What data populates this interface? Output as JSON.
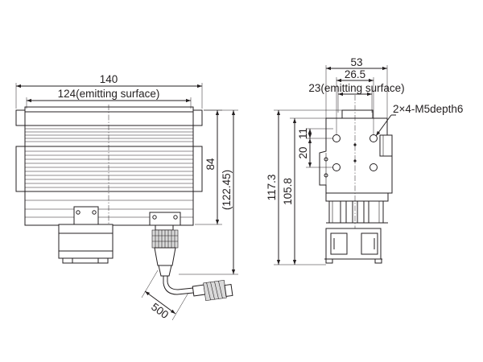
{
  "dimensions": {
    "width_140": "140",
    "emitting_124": "124(emitting surface)",
    "height_84": "84",
    "height_122_45": "(122.45)",
    "cable_500": "500",
    "width_53": "53",
    "width_26_5": "26.5",
    "emitting_23": "23(emitting surface)",
    "hole_note": "2×4-M5depth6",
    "pitch_11": "11",
    "pitch_20": "20",
    "height_117_3": "117.3",
    "height_105_8": "105.8"
  },
  "colors": {
    "line": "#231f20",
    "background": "#ffffff",
    "shade": "#d9d9d9"
  }
}
